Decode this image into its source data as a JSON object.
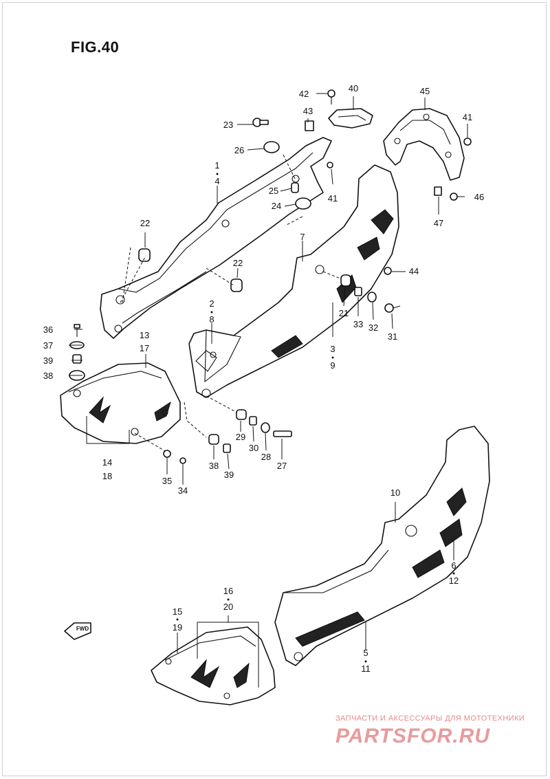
{
  "figure": {
    "title": "FIG.40"
  },
  "arrow": {
    "label": "FWD"
  },
  "callouts": [
    {
      "id": "c1",
      "text": "1"
    },
    {
      "id": "c4",
      "text": "4"
    },
    {
      "id": "c2",
      "text": "2"
    },
    {
      "id": "c8",
      "text": "8"
    },
    {
      "id": "c3",
      "text": "3"
    },
    {
      "id": "c9",
      "text": "9"
    },
    {
      "id": "c5",
      "text": "5"
    },
    {
      "id": "c11",
      "text": "11"
    },
    {
      "id": "c6",
      "text": "6"
    },
    {
      "id": "c12",
      "text": "12"
    },
    {
      "id": "c7",
      "text": "7"
    },
    {
      "id": "c10",
      "text": "10"
    },
    {
      "id": "c13",
      "text": "13"
    },
    {
      "id": "c17",
      "text": "17"
    },
    {
      "id": "c14",
      "text": "14"
    },
    {
      "id": "c18",
      "text": "18"
    },
    {
      "id": "c15",
      "text": "15"
    },
    {
      "id": "c19",
      "text": "19"
    },
    {
      "id": "c16",
      "text": "16"
    },
    {
      "id": "c20",
      "text": "20"
    },
    {
      "id": "c21",
      "text": "21"
    },
    {
      "id": "c22a",
      "text": "22"
    },
    {
      "id": "c22b",
      "text": "22"
    },
    {
      "id": "c23",
      "text": "23"
    },
    {
      "id": "c24",
      "text": "24"
    },
    {
      "id": "c25",
      "text": "25"
    },
    {
      "id": "c26",
      "text": "26"
    },
    {
      "id": "c27",
      "text": "27"
    },
    {
      "id": "c28",
      "text": "28"
    },
    {
      "id": "c29",
      "text": "29"
    },
    {
      "id": "c30",
      "text": "30"
    },
    {
      "id": "c31",
      "text": "31"
    },
    {
      "id": "c32",
      "text": "32"
    },
    {
      "id": "c33",
      "text": "33"
    },
    {
      "id": "c34",
      "text": "34"
    },
    {
      "id": "c35",
      "text": "35"
    },
    {
      "id": "c36",
      "text": "36"
    },
    {
      "id": "c37",
      "text": "37"
    },
    {
      "id": "c38a",
      "text": "38"
    },
    {
      "id": "c38b",
      "text": "38"
    },
    {
      "id": "c39a",
      "text": "39"
    },
    {
      "id": "c39b",
      "text": "39"
    },
    {
      "id": "c40",
      "text": "40"
    },
    {
      "id": "c41a",
      "text": "41"
    },
    {
      "id": "c41b",
      "text": "41"
    },
    {
      "id": "c42",
      "text": "42"
    },
    {
      "id": "c43",
      "text": "43"
    },
    {
      "id": "c44",
      "text": "44"
    },
    {
      "id": "c45",
      "text": "45"
    },
    {
      "id": "c46",
      "text": "46"
    },
    {
      "id": "c47",
      "text": "47"
    }
  ],
  "watermark": {
    "caption": "ЗАПЧАСТИ И АКСЕССУАРЫ ДЛЯ МОТОТЕХНИКИ",
    "logo": "PARTSFOR.RU",
    "color": "#e58a8a"
  }
}
